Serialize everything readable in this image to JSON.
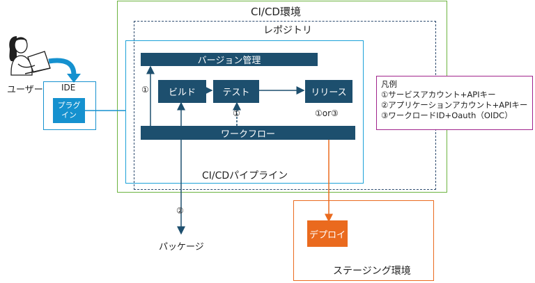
{
  "environments": {
    "cicd": "CI/CD環境",
    "repository": "レポジトリ",
    "pipeline": "CI/CDパイプライン",
    "staging": "ステージング環境"
  },
  "nodes": {
    "version_control": "バージョン管理",
    "build": "ビルド",
    "test": "テスト",
    "release": "リリース",
    "workflow": "ワークフロー",
    "deploy": "デプロイ",
    "ide": "IDE",
    "plugin_line1": "プラグ",
    "plugin_line2": "イン",
    "user": "ユーザー",
    "package": "パッケージ"
  },
  "edge_labels": {
    "build_to_version": "①",
    "test_from_workflow": "①",
    "release_to_deploy": "①or③",
    "package_link": "②"
  },
  "legend": {
    "title": "凡例",
    "items": [
      "①サービスアカウント+APIキー",
      "②アプリケーションアカウント+APIキー",
      "③ワークロードID+Oauth（OIDC）"
    ]
  },
  "colors": {
    "cicd_border": "#6cb33f",
    "repo_border": "#2c4a6e",
    "pipeline_border": "#1ba1d8",
    "node_fill": "#1d4f6e",
    "deploy_fill": "#ea6a1e",
    "staging_border": "#ea6a1e",
    "legend_border": "#a0238c",
    "plugin_fill": "#1591cf",
    "user_arrow": "#1591cf"
  }
}
